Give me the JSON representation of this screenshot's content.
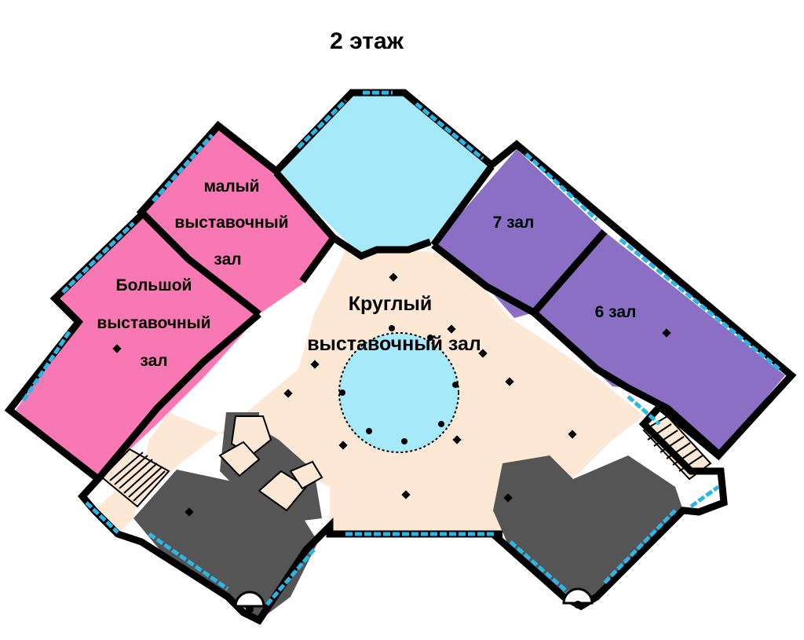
{
  "floor": {
    "title": "2 этаж"
  },
  "rooms": {
    "small_hall": {
      "lines": [
        "малый",
        "выставочный",
        "зал"
      ]
    },
    "large_hall": {
      "lines": [
        "Большой",
        "выставочный",
        "зал"
      ]
    },
    "round_hall": {
      "lines": [
        "Круглый",
        "выставочный зал"
      ]
    },
    "hall_7": {
      "label": "7 зал"
    },
    "hall_6": {
      "label": "6 зал"
    }
  },
  "colors": {
    "exhibition_pink": "#f778b3",
    "exhibition_purple": "#8b6fc4",
    "rotunda_cyan": "#a6e9fb",
    "atrium_beige": "#fde8d6",
    "service_gray": "#555555",
    "window_blue": "#2ab7e8",
    "wall": "#000000"
  }
}
